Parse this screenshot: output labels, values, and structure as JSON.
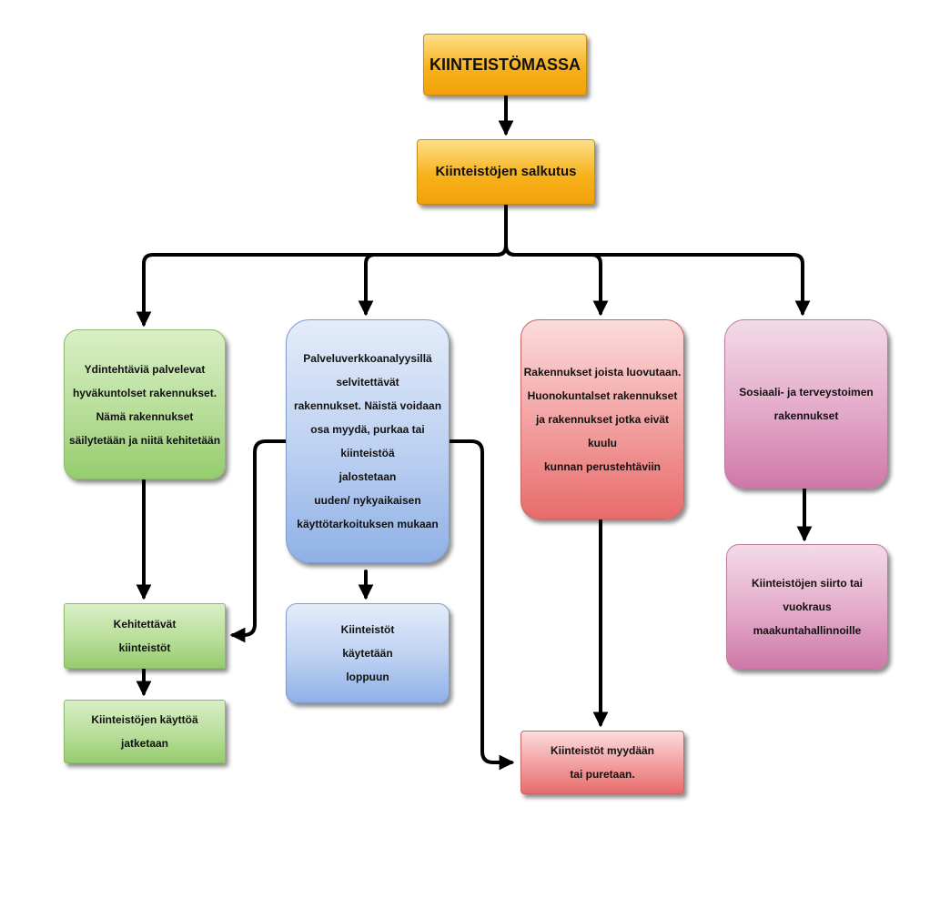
{
  "nodes": {
    "root": {
      "lines": [
        "KIINTEISTÖMASSA"
      ]
    },
    "salkutus": {
      "lines": [
        "Kiinteistöjen salkutus"
      ]
    },
    "ydintehtavat": {
      "lines": [
        "Ydintehtäviä palvelevat",
        "hyväkuntolset rakennukset.",
        "Nämä rakennukset",
        "säilytetään ja niitä kehitetään"
      ]
    },
    "palveluverkko": {
      "lines": [
        "Palveluverkkoanalyysillä",
        "selvitettävät",
        "rakennukset. Näistä voidaan",
        "osa myydä, purkaa tai kiinteistöä",
        "jalostetaan",
        "uuden/ nykyaikaisen",
        "käyttötarkoituksen mukaan"
      ]
    },
    "luovutetaan": {
      "lines": [
        "Rakennukset joista luovutaan.",
        "Huonokuntalset rakennukset",
        "ja rakennukset jotka eivät kuulu",
        "kunnan perustehtäviin"
      ]
    },
    "sote": {
      "lines": [
        "Sosiaali- ja terveystoimen",
        "rakennukset"
      ]
    },
    "kehitettavat": {
      "lines": [
        "Kehitettävät",
        "kiinteistöt"
      ]
    },
    "kaytettaan": {
      "lines": [
        "Kiinteistöt",
        "käytetään",
        "loppuun"
      ]
    },
    "jatketaan": {
      "lines": [
        "Kiinteistöjen käyttöä",
        "jatketaan"
      ]
    },
    "myydaan": {
      "lines": [
        "Kiinteistöt myydään",
        "tai puretaan."
      ]
    },
    "siirto": {
      "lines": [
        "Kiinteistöjen siirto tai vuokraus",
        "maakuntahallinnoille"
      ]
    }
  }
}
